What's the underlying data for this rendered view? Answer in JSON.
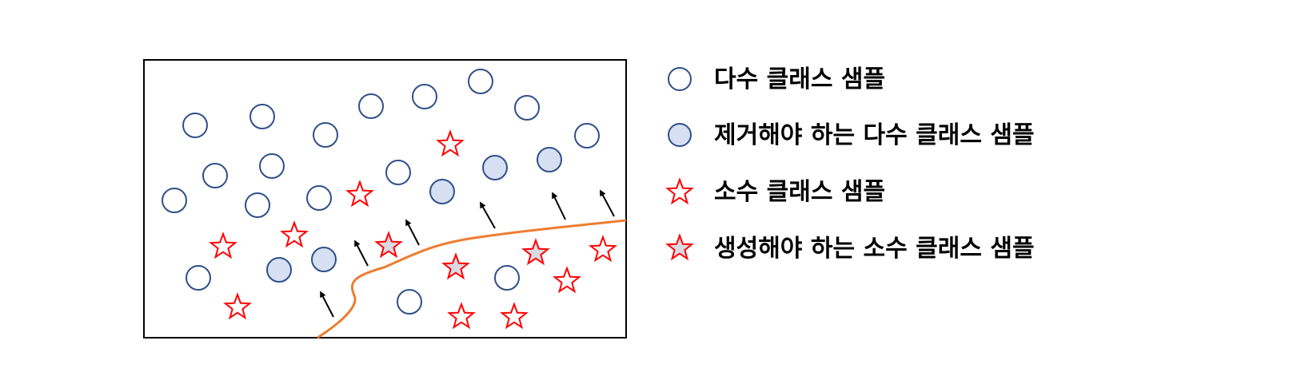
{
  "legend": {
    "majority": "다수 클래스 샘플",
    "majority_removed": "제거해야 하는 다수 클래스 샘플",
    "minority": "소수 클래스 샘플",
    "minority_generated": "생성해야 하는 소수 클래스 샘플"
  },
  "colors": {
    "circle_stroke": "#2f4f8a",
    "circle_fill_removed": "#d6e0f2",
    "star_stroke": "#ff0000",
    "star_fill_generated": "#d9d9e3",
    "boundary": "#ed7d31",
    "arrow": "#000000",
    "frame": "#000000"
  }
}
